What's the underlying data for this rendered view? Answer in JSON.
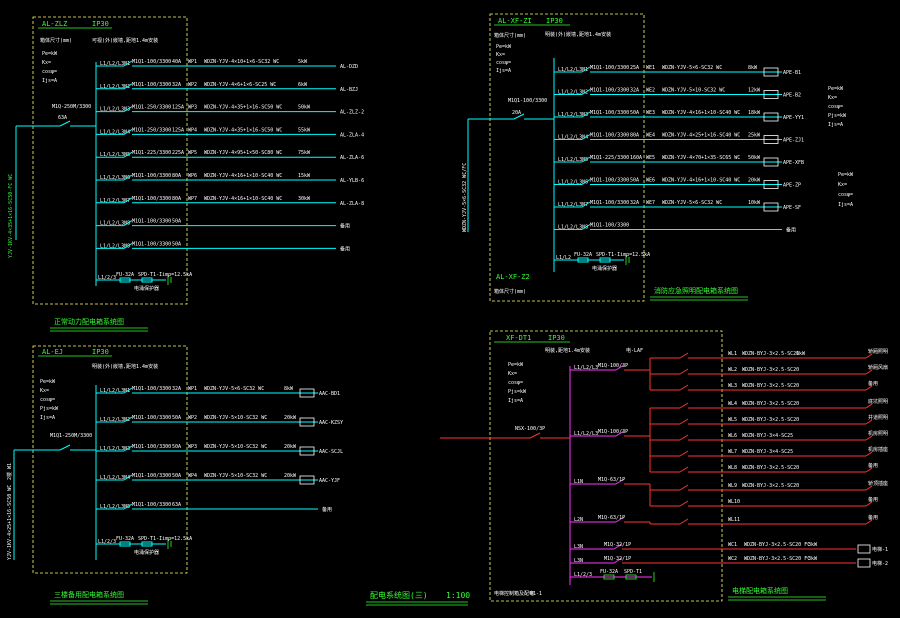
{
  "colors": {
    "background": "#000000",
    "frame": "#ffff66",
    "wire_cyan": "#00ffff",
    "wire_green": "#33ff33",
    "wire_red": "#ff3333",
    "bus_magenta": "#ff33ff",
    "text": "#ffffff"
  },
  "panels": {
    "p1": {
      "id": "AL-ZLZ",
      "ip": "IP30",
      "subtitle": "可视(外)嵌墙,距地1.4m安装",
      "caption": "正常动力配电箱系统图",
      "specs": [
        "箱体尺寸(mm)",
        "Pe=kW",
        "Kx=",
        "cosφ=",
        "Ijs=A"
      ],
      "main_breaker": "M1Q-250M/3300",
      "main_rating": "63A",
      "incoming": "YJV-1KV-4×35+1×16-SC50-FC WC",
      "circuits": [
        {
          "phase": "L1/L2/L3N1",
          "breaker": "M1Q1-100/3300",
          "rating": "40A",
          "code": "WP1",
          "cable": "WDZN-YJV-4×10+1×6-SC32 WC",
          "load": "5kW",
          "dest": "AL-DZD"
        },
        {
          "phase": "L1/L2/L3N2",
          "breaker": "M1Q1-100/3300",
          "rating": "32A",
          "code": "WP2",
          "cable": "WDZN-YJV-4×6+1×6-SC25 WC",
          "load": "6kW",
          "dest": "AL-BZJ"
        },
        {
          "phase": "L1/L2/L3N3",
          "breaker": "M1Q1-250/3300",
          "rating": "125A",
          "code": "WP3",
          "cable": "WDZN-YJV-4×35+1×16-SC50 WC",
          "load": "50kW",
          "dest": "AL-ZLZ-2"
        },
        {
          "phase": "L1/L2/L3N4",
          "breaker": "M1Q1-250/3300",
          "rating": "125A",
          "code": "WP4",
          "cable": "WDZN-YJV-4×35+1×16-SC50 WC",
          "load": "55kW",
          "dest": "AL-ZLA-4"
        },
        {
          "phase": "L1/L2/L3N5",
          "breaker": "M1Q1-225/3300",
          "rating": "225A",
          "code": "WP5",
          "cable": "WDZN-YJV-4×95+1×50-SC80 WC",
          "load": "75kW",
          "dest": "AL-ZLA-6"
        },
        {
          "phase": "L1/L2/L3N6",
          "breaker": "M1Q1-100/3300",
          "rating": "80A",
          "code": "WP6",
          "cable": "WDZN-YJV-4×16+1×10-SC40 WC",
          "load": "15kW",
          "dest": "AL-YLB-6"
        },
        {
          "phase": "L1/L2/L3N7",
          "breaker": "M1Q1-100/3300",
          "rating": "80A",
          "code": "WP7",
          "cable": "WDZN-YJV-4×16+1×10-SC40 WC",
          "load": "30kW",
          "dest": "AL-ZLA-8"
        },
        {
          "phase": "L1/L2/L3N8",
          "breaker": "M1Q1-100/3300",
          "rating": "50A",
          "code": "",
          "cable": "",
          "load": "",
          "dest": "备用"
        },
        {
          "phase": "L1/L2/L3N9",
          "breaker": "M1Q1-100/3300",
          "rating": "50A",
          "code": "",
          "cable": "",
          "load": "",
          "dest": "备用"
        }
      ],
      "spd": {
        "phase": "L1/2/3",
        "breaker": "FU-32A",
        "device": "SPD-T1-Iimp=12.5kA",
        "note": "电涌保护器"
      }
    },
    "p2": {
      "id": "AL-XF-ZI",
      "ip": "IP30",
      "subtitle": "明装(外)嵌墙,距地1.4m安装",
      "label_bottom": "AL-XF-Z2",
      "caption": "消防应急照明配电箱系统图",
      "specs": [
        "箱体尺寸(mm)",
        "Pe=kW",
        "Kx=",
        "cosφ=",
        "Ijs=A"
      ],
      "main_breaker": "M1Q1-100/3300",
      "main_rating": "20A",
      "incoming": "WDZN-YJV-5×6-SC32 WC/FC",
      "right_notes": [
        "Pe=kW",
        "Kx=",
        "cosφ=",
        "Pjs=kW",
        "Ijs=A"
      ],
      "right_notes_2": [
        "Pe=kW",
        "Kx=",
        "cosφ=",
        "Ijs=A"
      ],
      "circuits": [
        {
          "phase": "L1/L2/L3N1",
          "breaker": "M1Q1-100/3300",
          "rating": "25A",
          "code": "WE1",
          "cable": "WDZN-YJV-5×6-SC32 WC",
          "load": "8kW",
          "dest": "APE-B1"
        },
        {
          "phase": "L1/L2/L3N2",
          "breaker": "M1Q1-100/3300",
          "rating": "32A",
          "code": "WE2",
          "cable": "WDZN-YJV-5×10-SC32 WC",
          "load": "12kW",
          "dest": "APE-B2"
        },
        {
          "phase": "L1/L2/L3N3",
          "breaker": "M1Q1-100/3300",
          "rating": "50A",
          "code": "WE3",
          "cable": "WDZN-YJV-4×16+1×10-SC40 WC",
          "load": "18kW",
          "dest": "APE-YY1"
        },
        {
          "phase": "L1/L2/L3N4",
          "breaker": "M1Q1-100/3300",
          "rating": "80A",
          "code": "WE4",
          "cable": "WDZN-YJV-4×25+1×16-SC40 WC",
          "load": "25kW",
          "dest": "APE-ZJ1"
        },
        {
          "phase": "L1/L2/L3N5",
          "breaker": "M1Q1-225/3300",
          "rating": "160A",
          "code": "WE5",
          "cable": "WDZN-YJV-4×70+1×35-SC65 WC",
          "load": "50kW",
          "dest": "APE-XFB"
        },
        {
          "phase": "L1/L2/L3N6",
          "breaker": "M1Q1-100/3300",
          "rating": "50A",
          "code": "WE6",
          "cable": "WDZN-YJV-4×16+1×10-SC40 WC",
          "load": "20kW",
          "dest": "APE-ZP"
        },
        {
          "phase": "L1/L2/L3N7",
          "breaker": "M1Q1-100/3300",
          "rating": "32A",
          "code": "WE7",
          "cable": "WDZN-YJV-5×6-SC32 WC",
          "load": "10kW",
          "dest": "APE-SF"
        },
        {
          "phase": "L1/L2/L3N8",
          "breaker": "M1Q1-100/3300",
          "rating": "",
          "code": "",
          "cable": "",
          "load": "",
          "dest": "备用"
        }
      ],
      "spd": {
        "phase": "L1/L2",
        "breaker": "FU-32A",
        "device": "SPD-T1-Iimp=12.5kA",
        "note": "电涌保护器"
      }
    },
    "p3": {
      "id": "AL-EJ",
      "ip": "IP30",
      "subtitle": "明装(外)嵌墙,距地1.4m安装",
      "caption": "三楼备用配电箱系统图",
      "specs": [
        "Pe=kW",
        "Kx=",
        "cosφ=",
        "Pjs=kW",
        "Ijs=A"
      ],
      "main_breaker": "M1Q1-250M/3300",
      "main_rating": "",
      "incoming": "YJV-1KV-4×25+1×16-SC50 WC",
      "incoming_tag": "2楼 W1",
      "circuits": [
        {
          "phase": "L1/L2/L3N1",
          "breaker": "M1Q1-100/3300",
          "rating": "32A",
          "code": "WP1",
          "cable": "WDZN-YJV-5×6-SC32 WC",
          "load": "8kW",
          "dest": "AAC-BD1"
        },
        {
          "phase": "L1/L2/L3N2",
          "breaker": "M1Q1-100/3300",
          "rating": "50A",
          "code": "WP2",
          "cable": "WDZN-YJV-5×10-SC32 WC",
          "load": "20kW",
          "dest": "AAC-KZSY"
        },
        {
          "phase": "L1/L2/L3N3",
          "breaker": "M1Q1-100/3300",
          "rating": "50A",
          "code": "WP3",
          "cable": "WDZN-YJV-5×10-SC32 WC",
          "load": "20kW",
          "dest": "AAC-SCJL"
        },
        {
          "phase": "L1/L2/L3N4",
          "breaker": "M1Q1-100/3300",
          "rating": "50A",
          "code": "WP4",
          "cable": "WDZN-YJV-5×10-SC32 WC",
          "load": "20kW",
          "dest": "AAC-YJF"
        },
        {
          "phase": "L1/L2/L3N5",
          "breaker": "M1Q1-100/3300",
          "rating": "63A",
          "code": "",
          "cable": "",
          "load": "",
          "dest": "备用"
        }
      ],
      "spd": {
        "phase": "L1/2/3",
        "breaker": "FU-32A",
        "device": "SPD-T1-Iimp=12.5kA",
        "note": "电涌保护器"
      }
    },
    "p4": {
      "id": "XF-DT1",
      "ip": "IP30",
      "subtitle": "明装,距地1.4m安装",
      "extra": "电-LAF",
      "caption": "电梯配电箱系统图",
      "specs": [
        "Pe=kW",
        "Kx=",
        "cosφ=",
        "Pjs=kW",
        "Ijs=A"
      ],
      "incoming_breaker": "NSX-100/3P",
      "bottom_note": "电梯控制箱及配电",
      "bottom_code": "B1-1",
      "groups": [
        {
          "phase": "L1/L2/L3",
          "breaker": "M1Q-100/3P",
          "rows": [
            {
              "code": "WL1",
              "cable": "WDZN-BYJ-3×2.5-SC20",
              "load": "1kW",
              "dest": "轿厢照明"
            },
            {
              "code": "WL2",
              "cable": "WDZN-BYJ-3×2.5-SC20",
              "load": "",
              "dest": "轿厢风扇"
            },
            {
              "code": "WL3",
              "cable": "WDZN-BYJ-3×2.5-SC20",
              "load": "",
              "dest": "备用"
            }
          ]
        },
        {
          "phase": "L1/L2/L3",
          "breaker": "M1Q-100/3P",
          "rows": [
            {
              "code": "WL4",
              "cable": "WDZN-BYJ-3×2.5-SC20",
              "load": "",
              "dest": "底坑照明"
            },
            {
              "code": "WL5",
              "cable": "WDZN-BYJ-3×2.5-SC20",
              "load": "",
              "dest": "井道照明"
            },
            {
              "code": "WL6",
              "cable": "WDZN-BYJ-3×4-SC25",
              "load": "",
              "dest": "机房照明"
            },
            {
              "code": "WL7",
              "cable": "WDZN-BYJ-3×4-SC25",
              "load": "",
              "dest": "机房插座"
            },
            {
              "code": "WL8",
              "cable": "WDZN-BYJ-3×2.5-SC20",
              "load": "",
              "dest": "备用"
            }
          ]
        },
        {
          "phase": "L1N",
          "breaker": "M1Q-63/1P",
          "rows": [
            {
              "code": "WL9",
              "cable": "WDZN-BYJ-3×2.5-SC20",
              "load": "",
              "dest": "轿顶插座"
            },
            {
              "code": "WL10",
              "cable": "",
              "load": "",
              "dest": "备用"
            }
          ]
        },
        {
          "phase": "L2N",
          "breaker": "M1Q-63/1P",
          "rows": [
            {
              "code": "WL11",
              "cable": "",
              "load": "",
              "dest": "备用"
            }
          ]
        }
      ],
      "ctrl": [
        {
          "phase": "L3N",
          "breaker": "M1Q-32/1P",
          "code": "WC1",
          "cable": "WDZN-BYJ-3×2.5-SC20 FC",
          "load": "3kW",
          "dest": "电梯-1"
        },
        {
          "phase": "L3N",
          "breaker": "M1Q-32/1P",
          "code": "WC2",
          "cable": "WDZN-BYJ-3×2.5-SC20 FC",
          "load": "3kW",
          "dest": "电梯-2"
        }
      ],
      "spd": {
        "phase": "L1/2/3",
        "breaker": "FU-32A",
        "device": "SPD-T1"
      }
    }
  },
  "bottom_title": {
    "text": "配电系统图(三)",
    "scale": "1:100"
  }
}
